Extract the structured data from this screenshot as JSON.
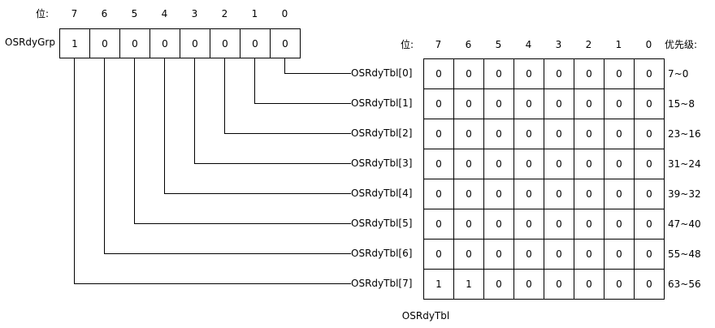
{
  "grp": {
    "bit_prefix": "位:",
    "bit_labels": [
      "7",
      "6",
      "5",
      "4",
      "3",
      "2",
      "1",
      "0"
    ],
    "name": "OSRdyGrp",
    "values": [
      "1",
      "0",
      "0",
      "0",
      "0",
      "0",
      "0",
      "0"
    ]
  },
  "tbl": {
    "bit_prefix": "位:",
    "bit_labels": [
      "7",
      "6",
      "5",
      "4",
      "3",
      "2",
      "1",
      "0"
    ],
    "priority_header": "优先级:",
    "title": "OSRdyTbl",
    "rows": [
      {
        "label": "OSRdyTbl[0]",
        "values": [
          "0",
          "0",
          "0",
          "0",
          "0",
          "0",
          "0",
          "0"
        ],
        "priority": "7~0"
      },
      {
        "label": "OSRdyTbl[1]",
        "values": [
          "0",
          "0",
          "0",
          "0",
          "0",
          "0",
          "0",
          "0"
        ],
        "priority": "15~8"
      },
      {
        "label": "OSRdyTbl[2]",
        "values": [
          "0",
          "0",
          "0",
          "0",
          "0",
          "0",
          "0",
          "0"
        ],
        "priority": "23~16"
      },
      {
        "label": "OSRdyTbl[3]",
        "values": [
          "0",
          "0",
          "0",
          "0",
          "0",
          "0",
          "0",
          "0"
        ],
        "priority": "31~24"
      },
      {
        "label": "OSRdyTbl[4]",
        "values": [
          "0",
          "0",
          "0",
          "0",
          "0",
          "0",
          "0",
          "0"
        ],
        "priority": "39~32"
      },
      {
        "label": "OSRdyTbl[5]",
        "values": [
          "0",
          "0",
          "0",
          "0",
          "0",
          "0",
          "0",
          "0"
        ],
        "priority": "47~40"
      },
      {
        "label": "OSRdyTbl[6]",
        "values": [
          "0",
          "0",
          "0",
          "0",
          "0",
          "0",
          "0",
          "0"
        ],
        "priority": "55~48"
      },
      {
        "label": "OSRdyTbl[7]",
        "values": [
          "1",
          "1",
          "0",
          "0",
          "0",
          "0",
          "0",
          "0"
        ],
        "priority": "63~56"
      }
    ]
  }
}
